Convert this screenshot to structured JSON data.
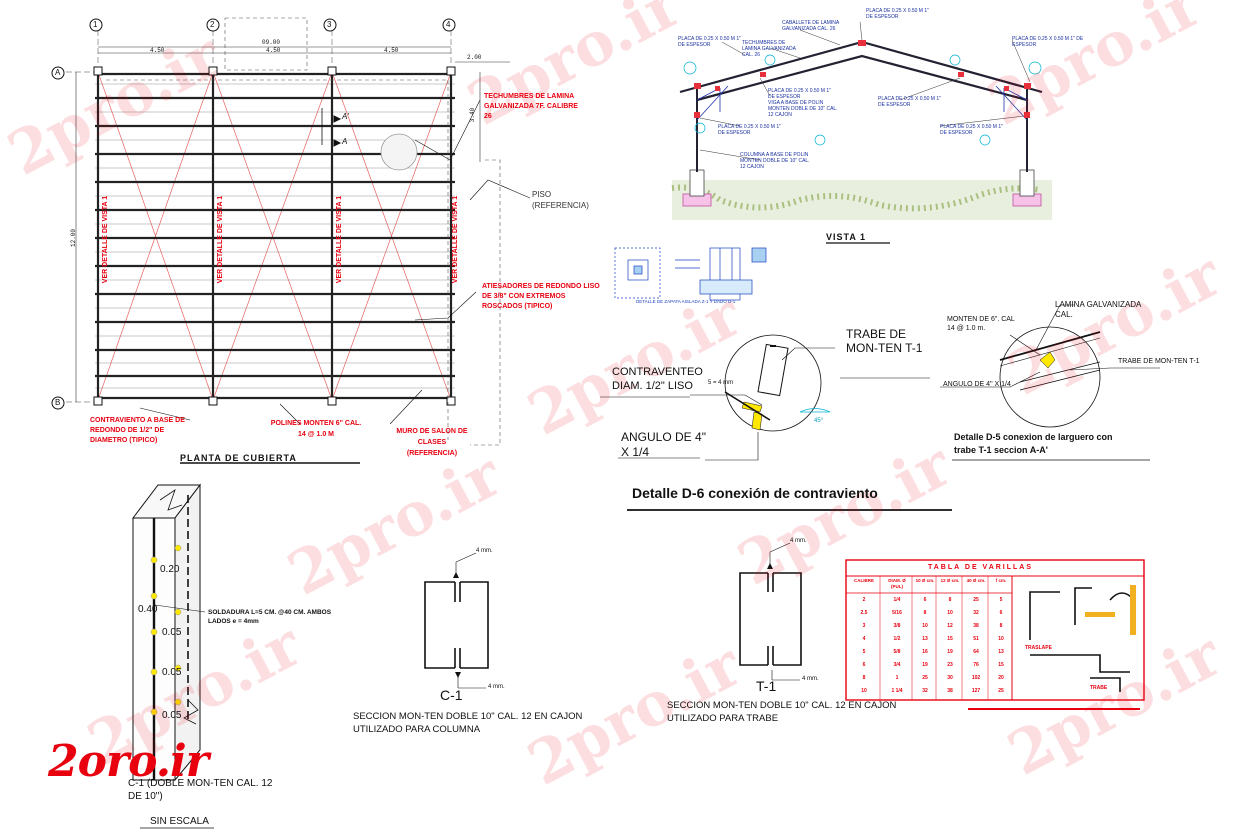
{
  "watermark": "2pro.ir",
  "logo_text": "2oro.ir",
  "plan": {
    "title": "PLANTA DE CUBIERTA",
    "grid_numbers": [
      "1",
      "2",
      "3",
      "4"
    ],
    "grid_letters": [
      "A",
      "B"
    ],
    "dim_total": "09.00",
    "dim_spans": [
      "4.50",
      "4.50",
      "4.50"
    ],
    "dim_depth": "12.00",
    "dim_overhang": "2.00",
    "dim_side": "3.40",
    "vertical_note": "VER DETALLE DE VISTA 1",
    "section_marks": [
      "A'",
      "A"
    ],
    "notes": {
      "lamina": "TECHUMBRES DE LAMINA GALVANIZADA 7F. CALIBRE 26",
      "piso": "PISO (REFERENCIA)",
      "atiesadores": "ATIESADORES DE REDONDO LISO DE 3/8\" CON EXTREMOS ROSCADOS (TIPICO)",
      "contraviento": "CONTRAVIENTO A BASE DE REDONDO DE 1/2\" DE DIAMETRO (TIPICO)",
      "polines": "POLINES MONTEN 6\" CAL. 14 @ 1.0 M",
      "muro": "MURO DE SALON DE CLASES (REFERENCIA)"
    }
  },
  "vista": {
    "title": "VISTA 1",
    "labels": {
      "placa_top_left": "PLACA DE 0.25 X 0.50 M 1\" DE ESPESOR",
      "techumbre": "TECHUMBRES DE LAMINA GALVANIZADA CAL. 26",
      "caballete": "CABALLETE DE LAMINA GALVANIZADA CAL. 26",
      "placa_top_center": "PLACA DE 0.25 X 0.50 M 1\" DE ESPESOR",
      "placa_top_right": "PLACA DE 0.25 X 0.50 M 1\" DE ESPESOR",
      "placa_mid_left": "PLACA DE 0.25 X 0.50 M 1\" DE ESPESOR",
      "viga": "VIGA A BASE DE POLIN MONTEN DOBLE DE 10\" CAL. 12 CAJON",
      "placa_mid_right": "PLACA DE 0.25 X 0.50 M 1\" DE ESPESOR",
      "placa_low_left": "PLACA DE 0.25 X 0.50 M 1\" DE ESPESOR",
      "placa_low_right": "PLACA DE 0.25 X 0.50 M 1\" DE ESPESOR",
      "columna": "COLUMNA A BASE DE POLIN MONTEN DOBLE DE 10\" CAL. 12 CAJON"
    }
  },
  "zapata": {
    "caption": "DETALLE DE ZAPATA AISLADA Z-1 Y DADO D-1"
  },
  "d6": {
    "title": "Detalle D-6 conexión de contraviento",
    "trabe_label": "TRABE DE MON-TEN T-1",
    "contraventeo_label": "CONTRAVENTEO DIAM. 1/2\" LISO",
    "angulo_label": "ANGULO DE 4\" X 1/4",
    "dim": "5 = 4 mm",
    "angle": "45°"
  },
  "d5": {
    "title": "Detalle D-5 conexion de larguero con trabe T-1 seccion A-A'",
    "lamina_label": "LAMINA GALVANIZADA CAL.",
    "monten_label": "MONTEN DE 6\". CAL 14 @ 1.0 m.",
    "trabe_label": "TRABE DE MON-TEN T-1",
    "angulo_label": "ANGULO DE 4\" X 1/4"
  },
  "column": {
    "dims": [
      "0.20",
      "0.40",
      "0.05",
      "0.05",
      "0.05"
    ],
    "weld_note": "SOLDADURA L=5 CM. @40 CM. AMBOS LADOS e = 4mm",
    "caption": "C-1 (DOBLE MON-TEN CAL. 12 DE 10\")",
    "scale": "SIN ESCALA"
  },
  "c1": {
    "mark": "C-1",
    "gap_top": "4 mm.",
    "gap_bottom": "4 mm.",
    "caption": "SECCION MON-TEN DOBLE 10\" CAL. 12 EN CAJON UTILIZADO PARA COLUMNA"
  },
  "t1": {
    "mark": "T-1",
    "gap_top": "4 mm.",
    "gap_bottom": "4 mm.",
    "caption": "SECCION MON-TEN DOBLE 10\" CAL. 12 EN CAJON UTILIZADO PARA TRABE"
  },
  "rebar_table": {
    "title": "TABLA DE VARILLAS",
    "headers": [
      "CALIBRE",
      "DIAM. Ø (PUL)",
      "10 Ø cm.",
      "12 Ø cm.",
      "40 Ø cm.",
      "f cm."
    ],
    "rows": [
      [
        "2",
        "1/4",
        "6",
        "8",
        "25",
        "5"
      ],
      [
        "2.5",
        "5/16",
        "8",
        "10",
        "32",
        "6"
      ],
      [
        "3",
        "3/8",
        "10",
        "12",
        "38",
        "8"
      ],
      [
        "4",
        "1/2",
        "13",
        "15",
        "51",
        "10"
      ],
      [
        "5",
        "5/8",
        "16",
        "19",
        "64",
        "13"
      ],
      [
        "6",
        "3/4",
        "19",
        "23",
        "76",
        "15"
      ],
      [
        "8",
        "1",
        "25",
        "30",
        "102",
        "20"
      ],
      [
        "10",
        "1 1/4",
        "32",
        "38",
        "127",
        "25"
      ]
    ],
    "traslape": "TRASLAPE",
    "traslape2": "TRABE"
  }
}
